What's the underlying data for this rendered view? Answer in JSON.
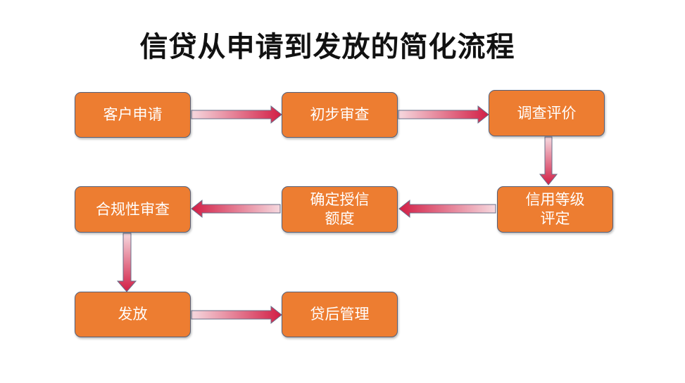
{
  "title": "信贷从申请到发放的简化流程",
  "nodes": {
    "apply": "客户申请",
    "prelim": "初步审查",
    "investigate": "调查评价",
    "credit_rating": "信用等级评定",
    "credit_limit": "确定授信额度",
    "compliance": "合规性审查",
    "disburse": "发放",
    "post_loan": "贷后管理"
  },
  "colors": {
    "node_fill": "#ED7D31",
    "node_border": "#55607A",
    "arrow_light": "#F3C7CF",
    "arrow_dark": "#D21E45"
  }
}
